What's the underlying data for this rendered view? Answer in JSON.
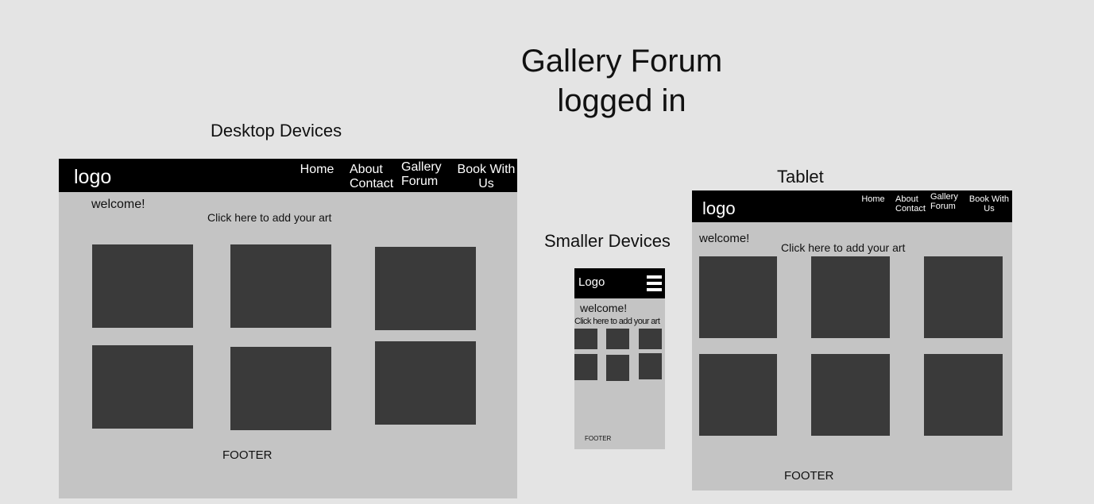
{
  "page": {
    "title_line1": "Gallery Forum",
    "title_line2": "logged in"
  },
  "desktop": {
    "label": "Desktop Devices",
    "logo": "logo",
    "nav": {
      "home": "Home",
      "about_1": "About",
      "about_2": "Contact",
      "gallery_1": "Gallery",
      "gallery_2": "Forum",
      "book_1": "Book With",
      "book_2": "Us"
    },
    "welcome": "welcome!",
    "add_art": "Click here to add your art",
    "footer": "FOOTER"
  },
  "mobile": {
    "label": "Smaller Devices",
    "logo": "Logo",
    "welcome": "welcome!",
    "add_art": "Click here to add your art",
    "footer": "FOOTER"
  },
  "tablet": {
    "label": "Tablet",
    "logo": "logo",
    "nav": {
      "home": "Home",
      "about_1": "About",
      "about_2": "Contact",
      "gallery_1": "Gallery",
      "gallery_2": "Forum",
      "book_1": "Book With",
      "book_2": "Us"
    },
    "welcome": "welcome!",
    "add_art": "Click here to add your art",
    "footer": "FOOTER"
  }
}
